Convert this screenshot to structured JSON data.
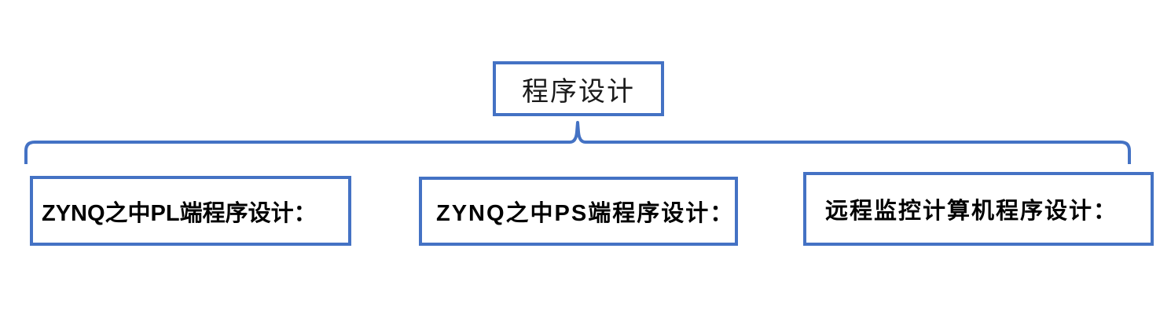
{
  "diagram": {
    "accent_color": "#4472C4",
    "text_color": "#000000",
    "title": "程序设计",
    "branches": [
      {
        "label": "ZYNQ之中PL端程序设计："
      },
      {
        "label": "ZYNQ之中PS端程序设计："
      },
      {
        "label": "远程监控计算机程序设计："
      }
    ]
  }
}
